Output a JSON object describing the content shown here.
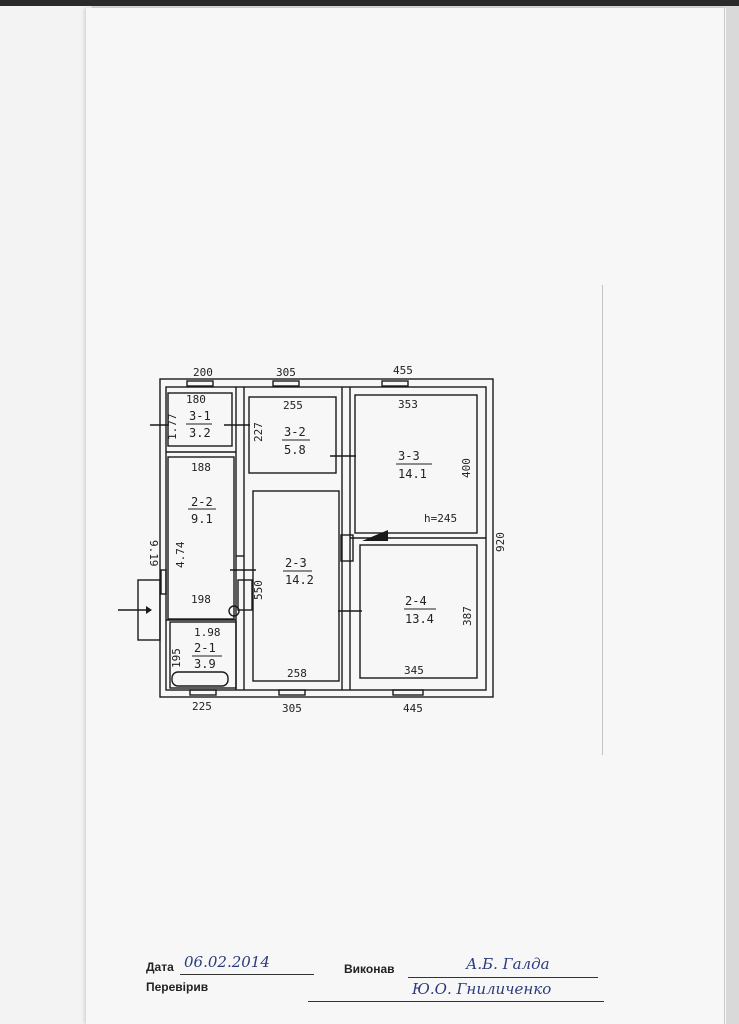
{
  "footer": {
    "date_label": "Дата",
    "date_value": "06.02.2014",
    "performed_label": "Виконав",
    "performed_value": "А.Б. Галда",
    "checked_label": "Перевірив",
    "checked_value": "Ю.О. Гниличенко"
  },
  "plan": {
    "outer_dims": {
      "top_left": "200",
      "top_mid": "305",
      "top_right": "455",
      "bottom_left": "225",
      "bottom_mid": "305",
      "bottom_right": "445",
      "left": "9.19",
      "right": "920"
    },
    "rooms": [
      {
        "id": "3-1",
        "area": "3.2"
      },
      {
        "id": "3-2",
        "area": "5.8"
      },
      {
        "id": "3-3",
        "area": "14.1"
      },
      {
        "id": "2-2",
        "area": "9.1"
      },
      {
        "id": "2-3",
        "area": "14.2"
      },
      {
        "id": "2-4",
        "area": "13.4"
      },
      {
        "id": "2-1",
        "area": "3.9"
      }
    ],
    "inner_dims": {
      "d180": "180",
      "d177": "1.77",
      "d255": "255",
      "d227": "227",
      "d353": "353",
      "d400": "400",
      "h245": "h=245",
      "d188": "188",
      "d474": "4.74",
      "d198": "198",
      "d198b": "1.98",
      "d195": "195",
      "d550": "550",
      "d258": "258",
      "d387": "387",
      "d345": "345"
    }
  }
}
